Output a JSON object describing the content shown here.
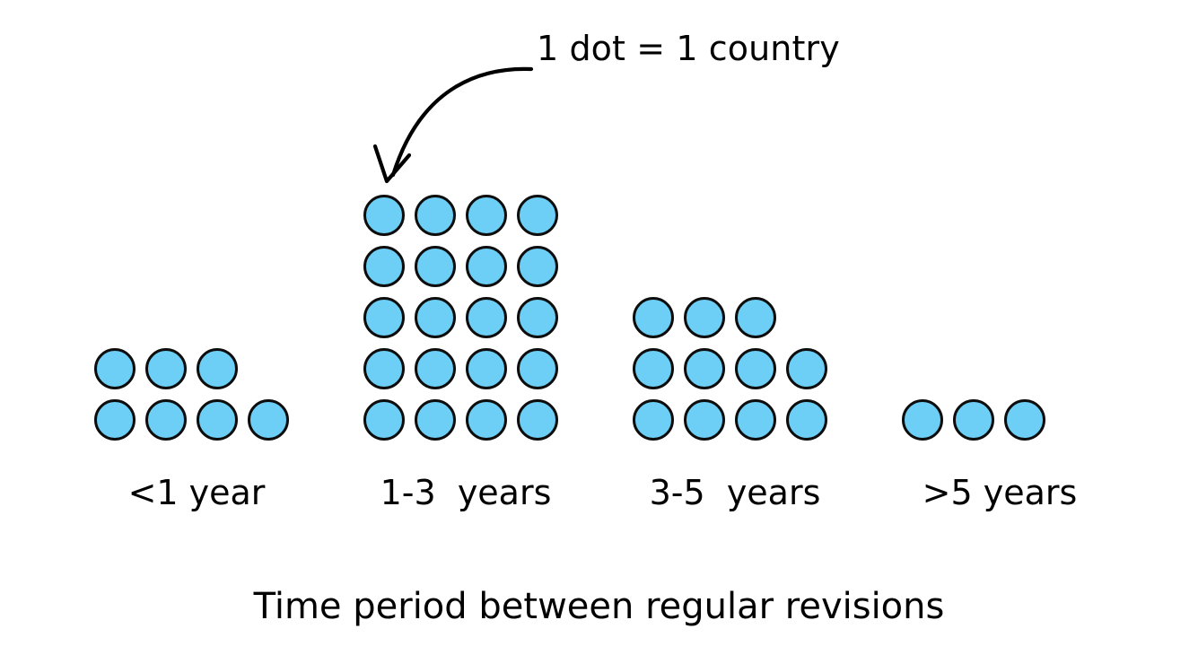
{
  "chart_data": {
    "type": "bar",
    "title": "",
    "xlabel": "Time period between regular revisions",
    "ylabel": "",
    "unit_note": "1 dot = 1 country",
    "categories": [
      "<1 year",
      "1-3  years",
      "3-5  years",
      ">5 years"
    ],
    "values": [
      7,
      20,
      11,
      3
    ],
    "dot_rows": [
      [
        4,
        3
      ],
      [
        4,
        4,
        4,
        4,
        4
      ],
      [
        4,
        4,
        3
      ],
      [
        3
      ]
    ],
    "dot_color": "#6DCFF6",
    "dot_stroke": "#0D0D0D",
    "grid": false,
    "legend": "none"
  },
  "annotation": {
    "label": "1 dot = 1 country",
    "arrow": "curved-arrow-down-left"
  },
  "caption": {
    "text": "Time period between regular revisions"
  },
  "groups": [
    {
      "label": "<1 year",
      "count": 7,
      "rows_bottom_up": [
        4,
        3
      ]
    },
    {
      "label": "1-3  years",
      "count": 20,
      "rows_bottom_up": [
        4,
        4,
        4,
        4,
        4
      ]
    },
    {
      "label": "3-5  years",
      "count": 11,
      "rows_bottom_up": [
        4,
        4,
        3
      ]
    },
    {
      "label": ">5 years",
      "count": 3,
      "rows_bottom_up": [
        3
      ]
    }
  ]
}
